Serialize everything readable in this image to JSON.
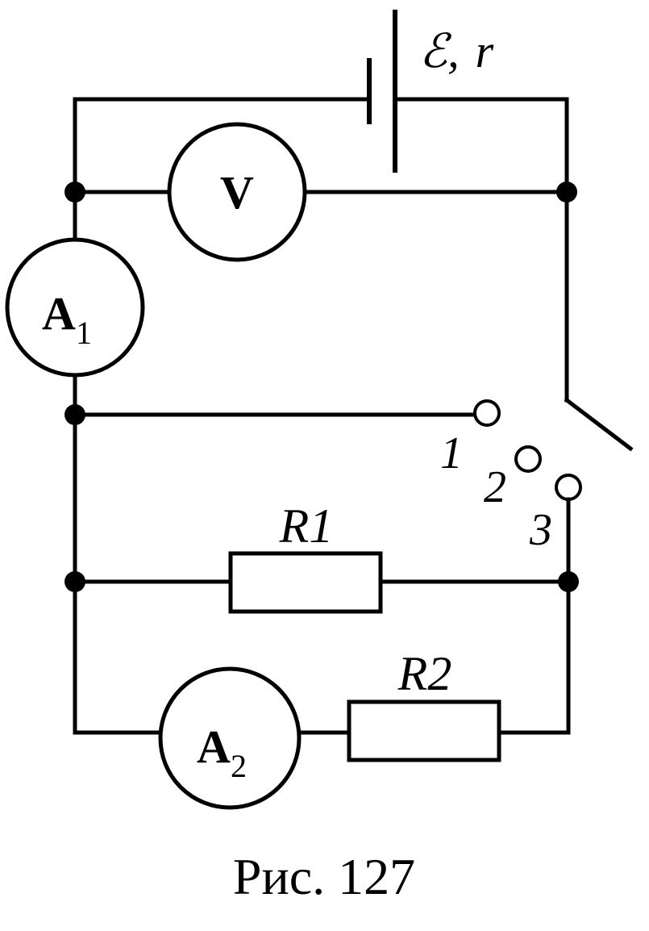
{
  "source": {
    "emf": "ℰ",
    "separator": ",",
    "resistance": "r"
  },
  "voltmeter": {
    "letter": "V"
  },
  "ammeter1": {
    "letter": "A",
    "index": "1"
  },
  "ammeter2": {
    "letter": "A",
    "index": "2"
  },
  "resistors": {
    "r1": "R1",
    "r2": "R2"
  },
  "switch_positions": {
    "p1": "1",
    "p2": "2",
    "p3": "3"
  },
  "caption": "Рис. 127"
}
